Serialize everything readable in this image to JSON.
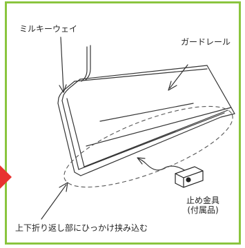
{
  "labels": {
    "milky_way": "ミルキーウェイ",
    "guard_rail": "ガードレール",
    "clip_line1": "止め金具",
    "clip_line2": "(付属品)",
    "hook_instruction": "上下折り返し部にひっかけ挟み込む"
  },
  "colors": {
    "frame": "#8ac53e",
    "marker": "#e8322f",
    "line": "#333333"
  }
}
